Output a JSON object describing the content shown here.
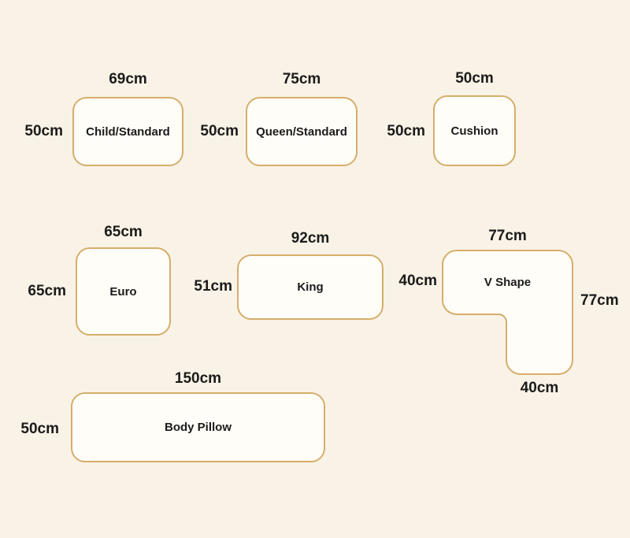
{
  "colors": {
    "background": "#F9F2E6",
    "border": "#D5AE6B",
    "fill": "#FFFDF7",
    "text": "#1B1B1B"
  },
  "pillows": [
    {
      "name": "Child/Standard",
      "width_label": "69cm",
      "height_label": "50cm"
    },
    {
      "name": "Queen/Standard",
      "width_label": "75cm",
      "height_label": "50cm"
    },
    {
      "name": "Cushion",
      "width_label": "50cm",
      "height_label": "50cm"
    },
    {
      "name": "Euro",
      "width_label": "65cm",
      "height_label": "65cm"
    },
    {
      "name": "King",
      "width_label": "92cm",
      "height_label": "51cm"
    },
    {
      "name": "V Shape",
      "top_label": "77cm",
      "left_label": "40cm",
      "right_label": "77cm",
      "bottom_label": "40cm"
    },
    {
      "name": "Body Pillow",
      "width_label": "150cm",
      "height_label": "50cm"
    }
  ]
}
